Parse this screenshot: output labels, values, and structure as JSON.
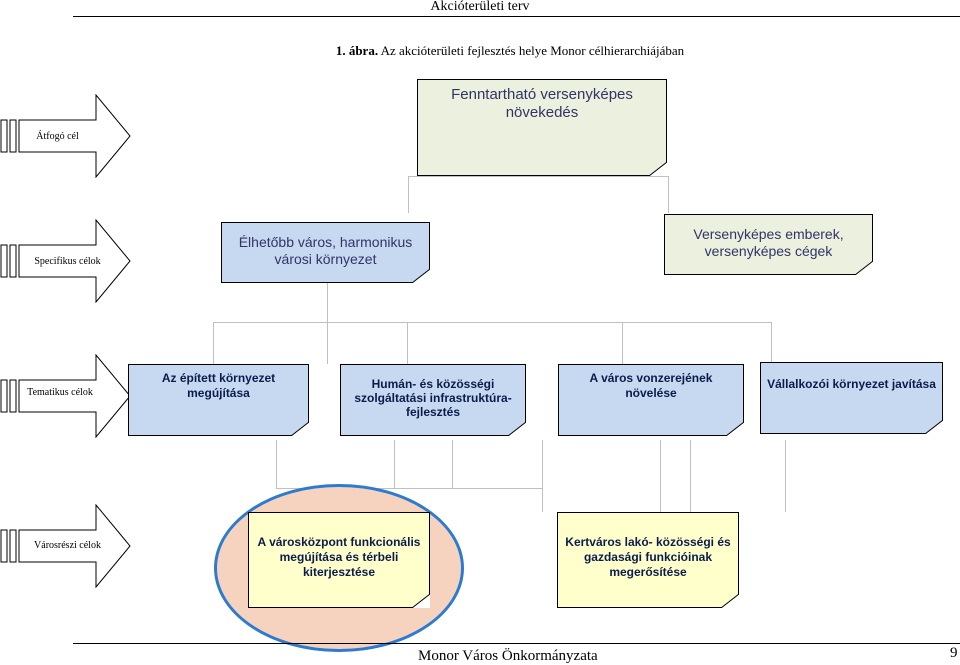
{
  "header": {
    "title": "Akcióterületi terv"
  },
  "caption": {
    "number": "1. ábra.",
    "text": " Az akcióterületi fejlesztés helye Monor célhierarchiájában"
  },
  "levels": {
    "overall": "Átfogó cél",
    "specific": "Specifikus célok",
    "thematic": "Tematikus célok",
    "district": "Városrészi célok"
  },
  "boxes": {
    "overall": "Fenntartható versenyképes növekedés",
    "specific_1": "Élhetőbb város, harmonikus városi környezet",
    "specific_2": "Versenyképes emberek, versenyképes cégek",
    "thematic_1": "Az épített környezet megújítása",
    "thematic_2": "Humán- és közösségi szolgáltatási infrastruktúra-fejlesztés",
    "thematic_3": "A város vonzerejének növelése",
    "thematic_4": "Vállalkozói környezet javítása",
    "district_1": "A városközpont funkcionális megújítása és térbeli kiterjesztése",
    "district_2": "Kertváros lakó- közösségi és gazdasági funkcióinak megerősítése"
  },
  "footer": {
    "text": "Monor Város Önkormányzata",
    "page": "9"
  },
  "colors": {
    "blue_box": "#c6d9f1",
    "green_box": "#ebf1de",
    "yellow_box": "#ffffcc",
    "highlight_fill": "#f6d3be",
    "highlight_border": "#2d7bd0"
  }
}
